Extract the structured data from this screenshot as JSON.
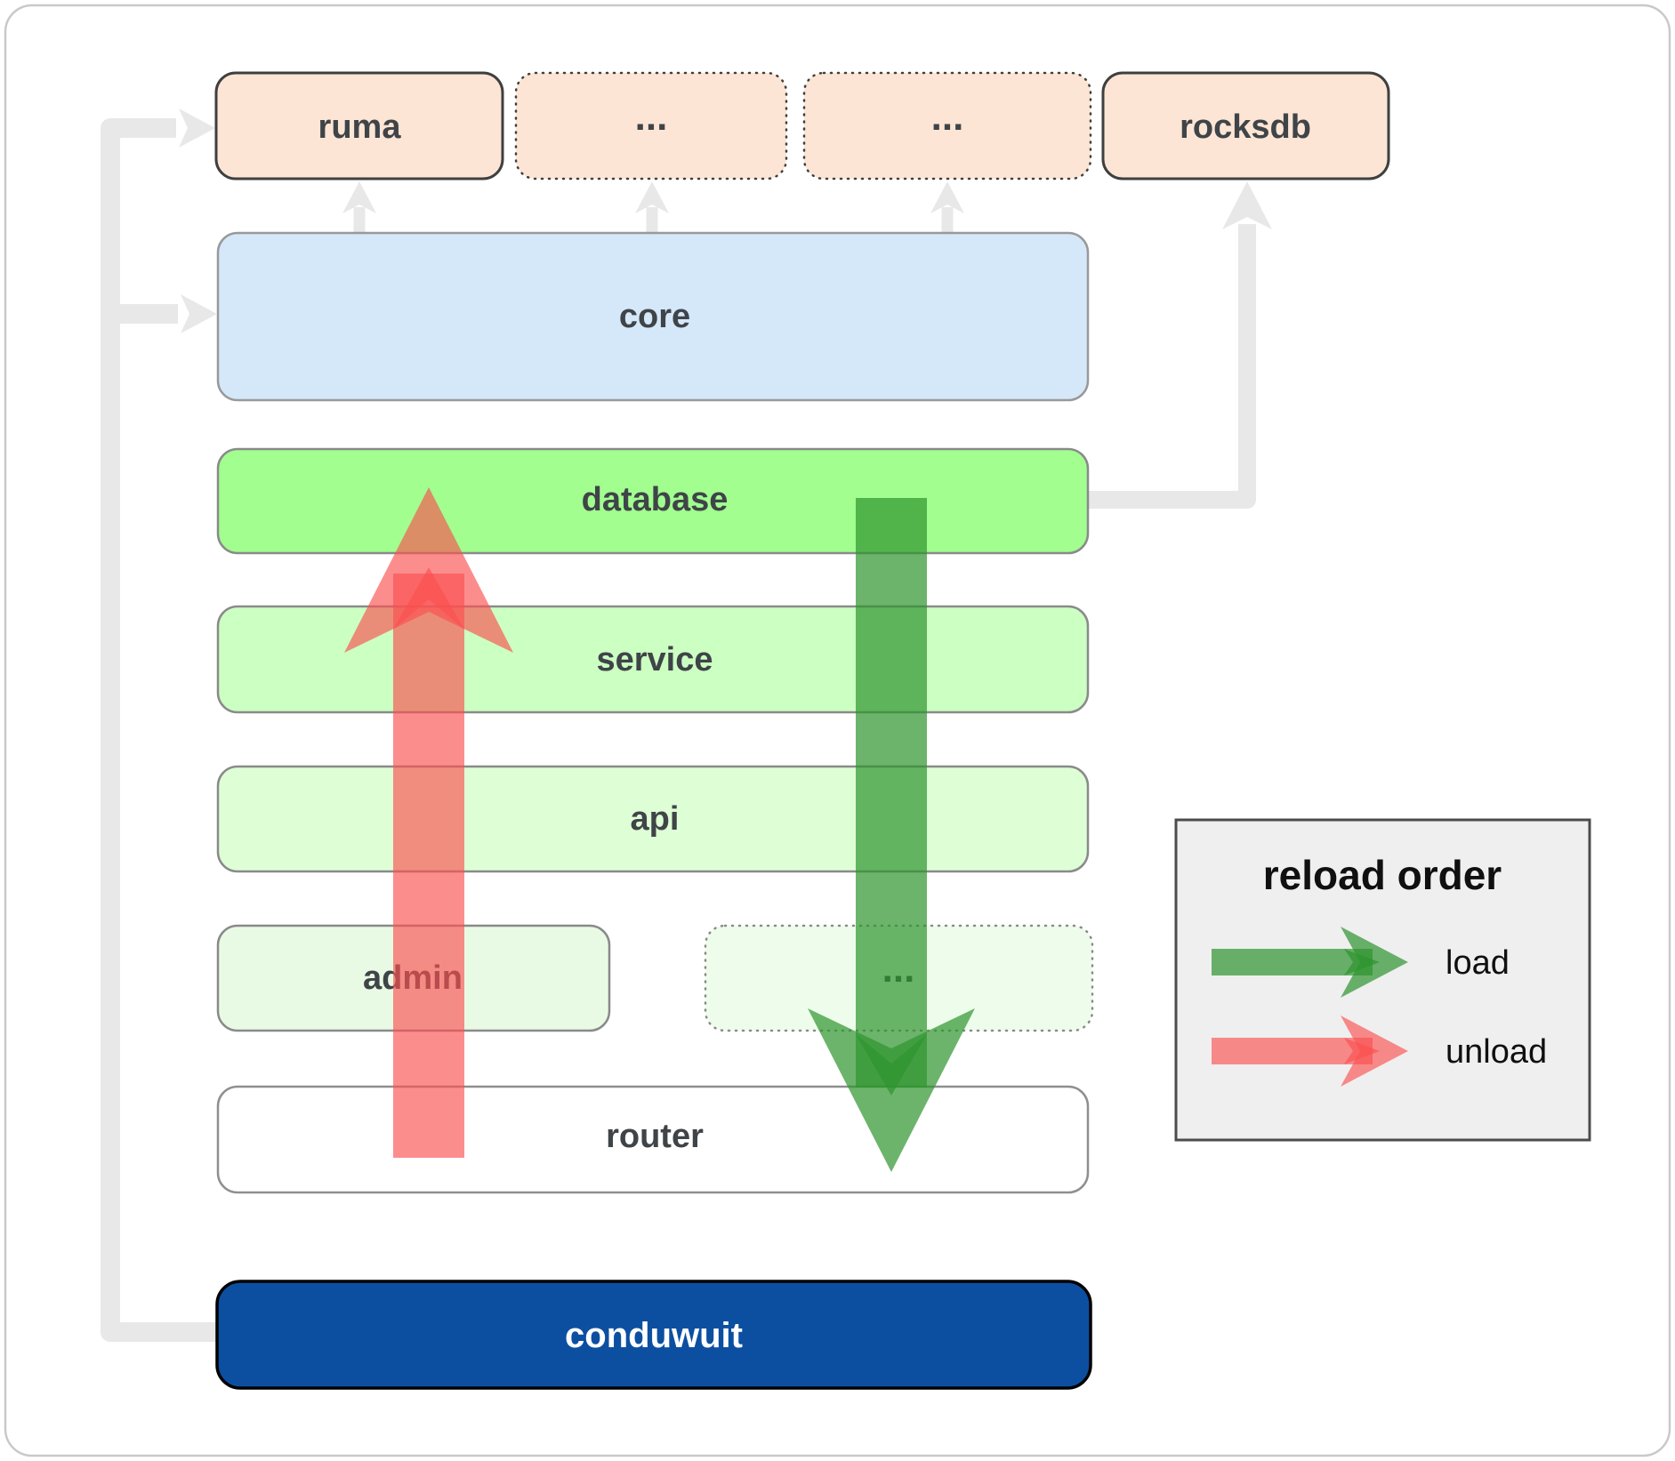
{
  "boxes": {
    "ruma": {
      "label": "ruma"
    },
    "deps_a": {
      "label": "..."
    },
    "deps_b": {
      "label": "..."
    },
    "rocksdb": {
      "label": "rocksdb"
    },
    "core": {
      "label": "core"
    },
    "database": {
      "label": "database"
    },
    "service": {
      "label": "service"
    },
    "api": {
      "label": "api"
    },
    "admin": {
      "label": "admin"
    },
    "admin_more": {
      "label": "..."
    },
    "router": {
      "label": "router"
    },
    "conduwuit": {
      "label": "conduwuit"
    }
  },
  "legend": {
    "title": "reload order",
    "load_label": "load",
    "unload_label": "unload"
  },
  "colors": {
    "load_green": "#2d942d",
    "unload_red": "#fb5050",
    "conduwuit_blue": "#0c4fa1",
    "dependency_peach": "#fce5d4",
    "core_blue": "#d5e8fa",
    "database_green": "#a1fe8f",
    "service_green": "#ccffc2",
    "api_green": "#defed6",
    "admin_green": "#e9fae4",
    "admin_more_green": "#eefdeb",
    "router_white": "#ffffff",
    "connector_gray": "#e8e8e8",
    "legend_bg": "#efeff0",
    "label_dark": "#3f4448",
    "conduwuit_text": "#ffffff"
  }
}
